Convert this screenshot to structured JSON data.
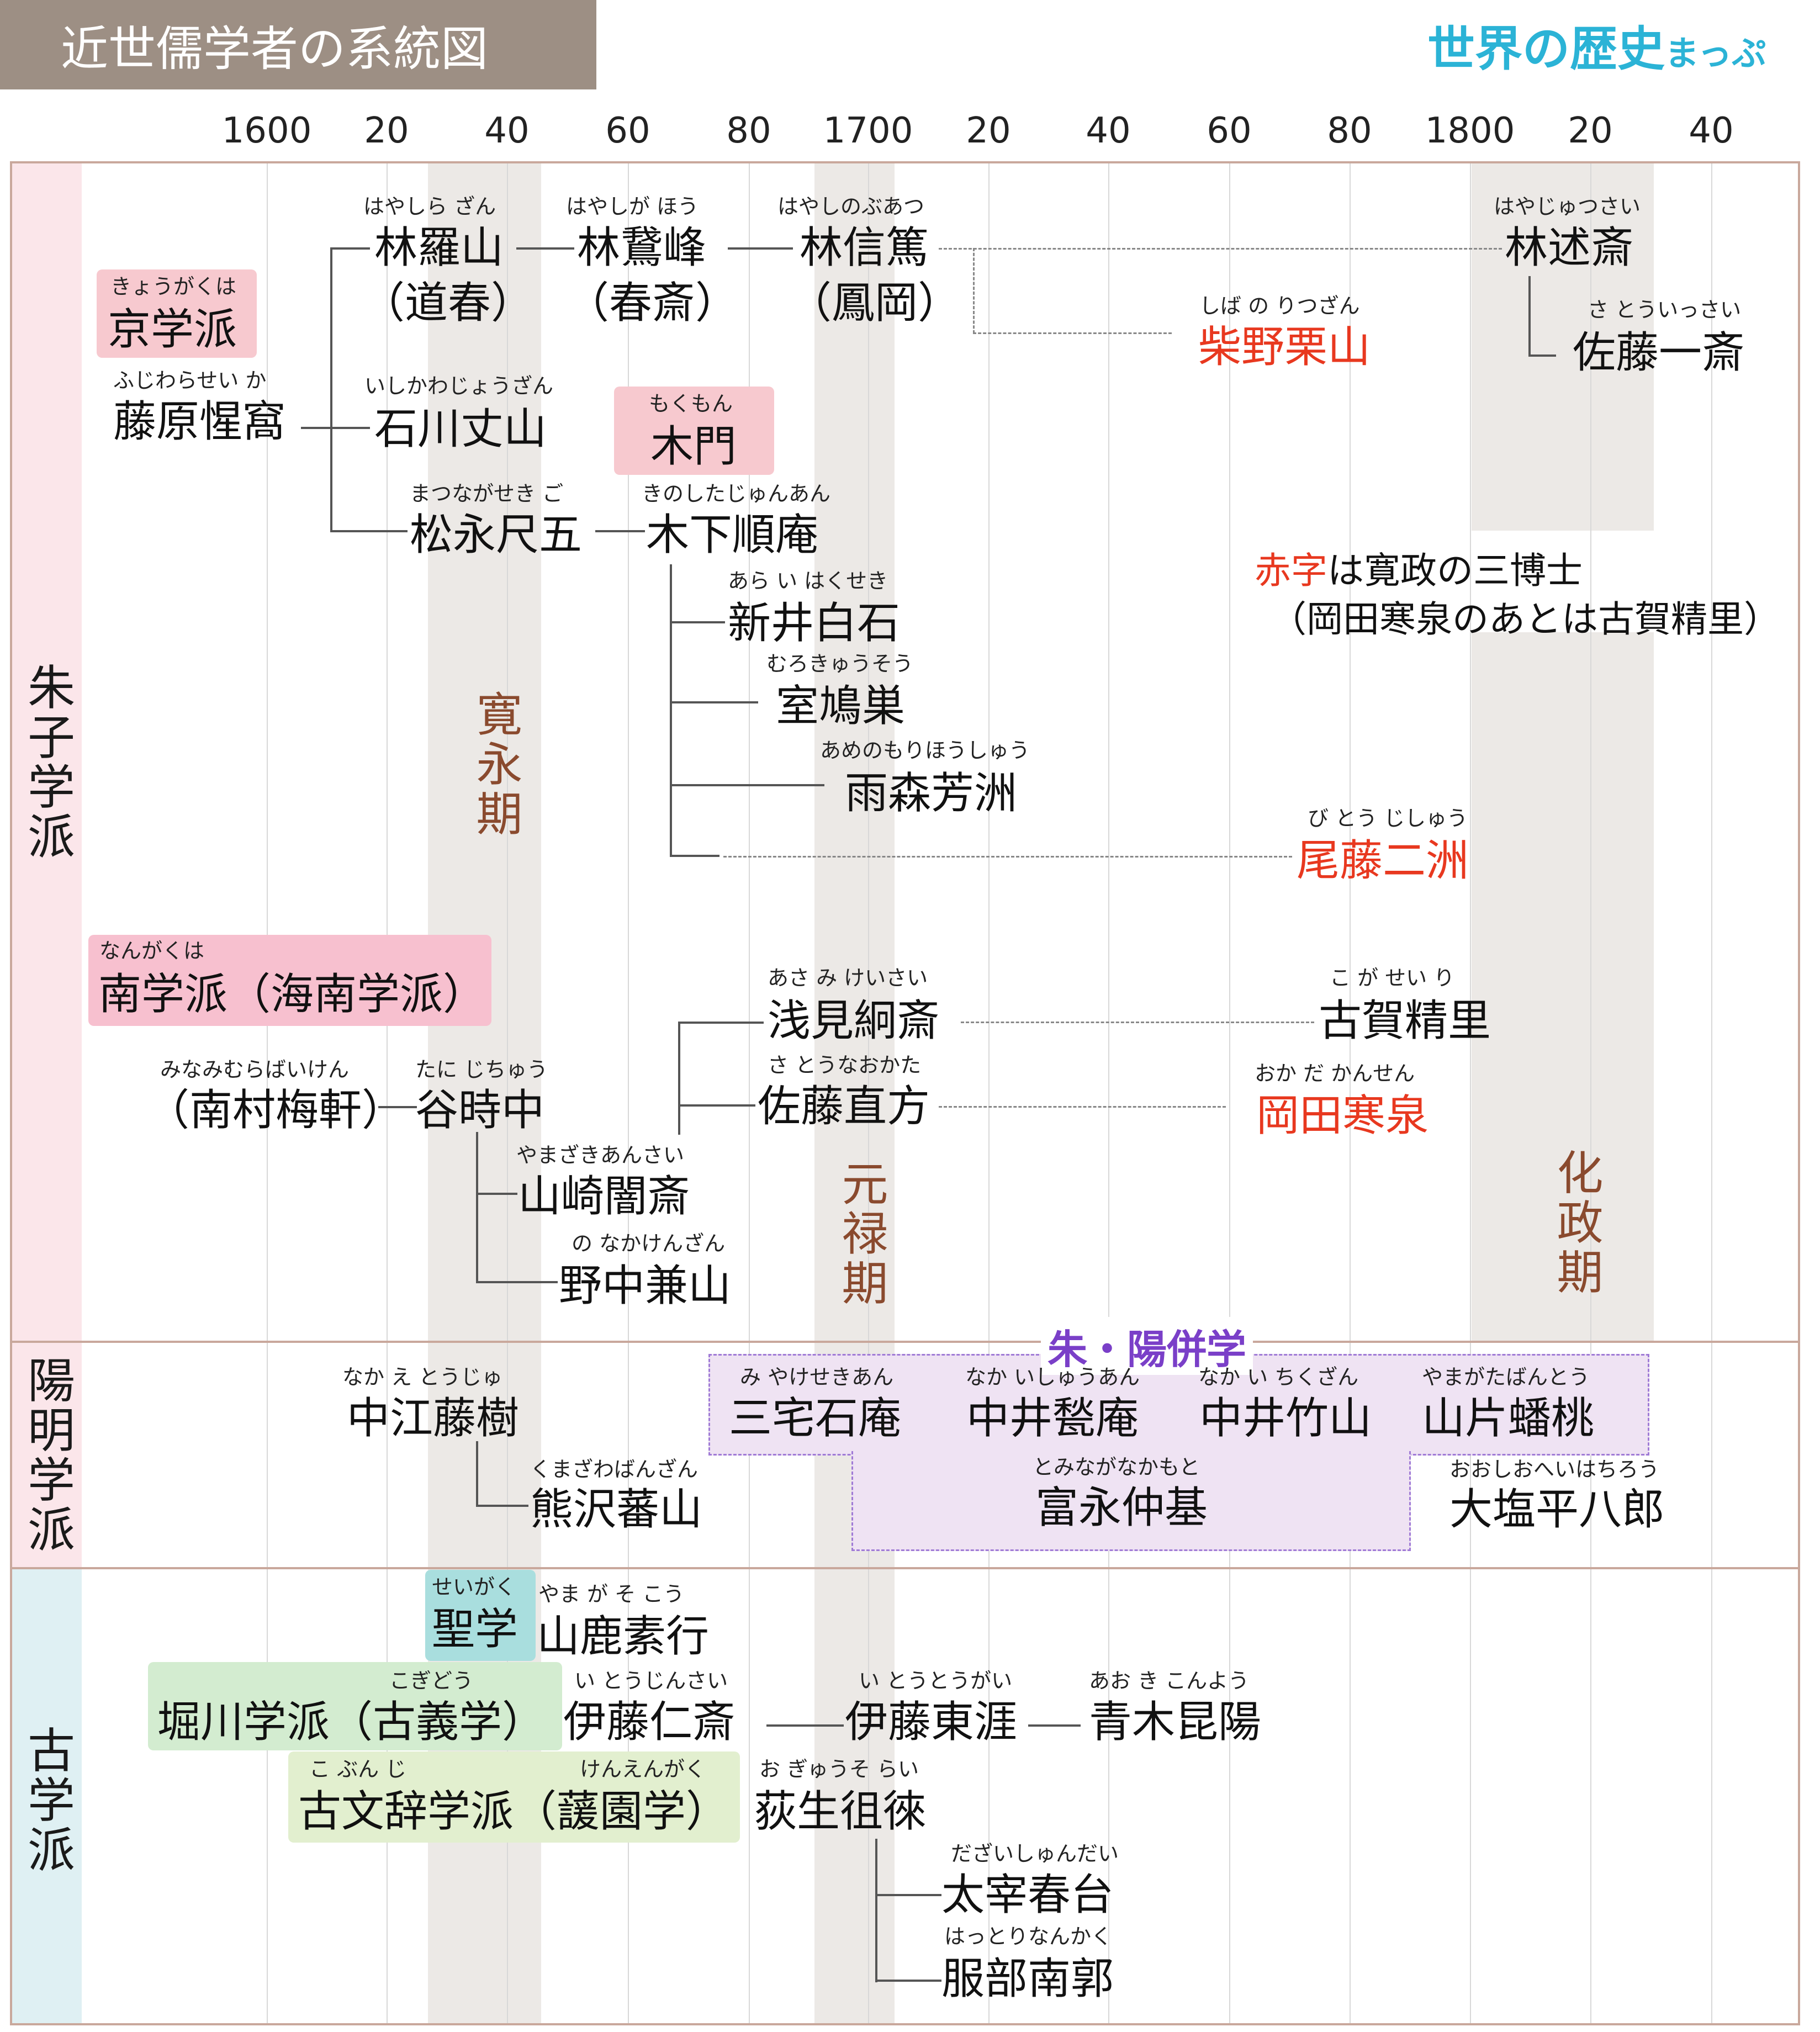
{
  "header": {
    "title": "近世儒学者の系統図",
    "logo_main": "世界の歴史",
    "logo_sub": "まっぷ"
  },
  "axis": {
    "years": [
      1600,
      1620,
      1640,
      1660,
      1680,
      1700,
      1720,
      1740,
      1760,
      1780,
      1800,
      1820,
      1840
    ],
    "tick_labels": [
      "1600",
      "20",
      "40",
      "60",
      "80",
      "1700",
      "20",
      "40",
      "60",
      "80",
      "1800",
      "20",
      "40"
    ]
  },
  "eras": [
    {
      "label": "寛永期",
      "start": 1624,
      "end": 1644
    },
    {
      "label": "元禄期",
      "start": 1688,
      "end": 1704
    },
    {
      "label": "化政期",
      "start": 1804,
      "end": 1830
    }
  ],
  "schools": {
    "shushi": "朱子学派",
    "youmei": "陽明学派",
    "kogaku": "古学派"
  },
  "groups": {
    "kyogaku": {
      "label": "京学派",
      "ruby": "きょうがくは",
      "color": "#f7c9cf"
    },
    "mokumon": {
      "label": "木門",
      "ruby": "もくもん",
      "color": "#f7c9cf"
    },
    "nangaku": {
      "label": "南学派（海南学派）",
      "ruby": "なんがくは",
      "color": "#f7c0cf"
    },
    "seigaku": {
      "label": "聖学",
      "ruby": "せいがく",
      "color": "#a9dede"
    },
    "horikawa": {
      "label": "堀川学派（古義学）",
      "ruby": "こぎどう",
      "color": "#d3ecd0"
    },
    "kobunji": {
      "label": "古文辞学派（蘐園学）",
      "ruby_a": "こ ぶん じ",
      "ruby_b": "けんえんがく",
      "color": "#e2efcf"
    },
    "shuyo": {
      "label": "朱・陽併学",
      "color": "#efe3f3"
    }
  },
  "people": {
    "hayashi_razan": {
      "name": "林羅山",
      "alias": "（道春）",
      "ruby": "はやしら ざん"
    },
    "hayashi_gaho": {
      "name": "林鵞峰",
      "alias": "（春斎）",
      "ruby": "はやしが ほう"
    },
    "hayashi_hoko": {
      "name": "林信篤",
      "alias": "（鳳岡）",
      "ruby": "はやしのぶあつ"
    },
    "hayashi_jussai": {
      "name": "林述斎",
      "ruby": "はやじゅつさい"
    },
    "shibano": {
      "name": "柴野栗山",
      "ruby": "しば の りつざん"
    },
    "sato_issai": {
      "name": "佐藤一斎",
      "ruby": "さ とういっさい"
    },
    "fujiwara": {
      "name": "藤原惺窩",
      "ruby": "ふじわらせい か"
    },
    "ishikawa": {
      "name": "石川丈山",
      "ruby": "いしかわじょうざん"
    },
    "matsunaga": {
      "name": "松永尺五",
      "ruby": "まつながせき ご"
    },
    "kinoshita": {
      "name": "木下順庵",
      "ruby": "きのしたじゅんあん"
    },
    "arai": {
      "name": "新井白石",
      "ruby": "あら い はくせき"
    },
    "muro": {
      "name": "室鳩巣",
      "ruby": "むろきゅうそう"
    },
    "amenomori": {
      "name": "雨森芳洲",
      "ruby": "あめのもりほうしゅう"
    },
    "bito": {
      "name": "尾藤二洲",
      "ruby": "び とう じしゅう"
    },
    "asami": {
      "name": "浅見絅斎",
      "ruby": "あさ み けいさい"
    },
    "sato_naokata": {
      "name": "佐藤直方",
      "ruby": "さ とうなおかた"
    },
    "koga": {
      "name": "古賀精里",
      "ruby": "こ が せい り"
    },
    "okada": {
      "name": "岡田寒泉",
      "ruby": "おか だ かんせん"
    },
    "minamimura": {
      "name": "（南村梅軒）",
      "ruby": "みなみむらばいけん"
    },
    "tani": {
      "name": "谷時中",
      "ruby": "たに じちゅう"
    },
    "yamazaki": {
      "name": "山崎闇斎",
      "ruby": "やまざきあんさい"
    },
    "nonaka": {
      "name": "野中兼山",
      "ruby": "の なかけんざん"
    },
    "nakae": {
      "name": "中江藤樹",
      "ruby": "なか え とうじゅ"
    },
    "kumazawa": {
      "name": "熊沢蕃山",
      "ruby": "くまざわばんざん"
    },
    "miyake": {
      "name": "三宅石庵",
      "ruby": "み やけせきあん"
    },
    "nakai_shuan": {
      "name": "中井甃庵",
      "ruby": "なか いしゅうあん"
    },
    "nakai_chikuzan": {
      "name": "中井竹山",
      "ruby": "なか い ちくざん"
    },
    "yamagata": {
      "name": "山片蟠桃",
      "ruby": "やまがたばんとう"
    },
    "tominaga": {
      "name": "富永仲基",
      "ruby": "とみながなかもと"
    },
    "oshio": {
      "name": "大塩平八郎",
      "ruby": "おおしおへいはちろう"
    },
    "yamaga": {
      "name": "山鹿素行",
      "ruby": "やま が そ こう"
    },
    "ito_jinsai": {
      "name": "伊藤仁斎",
      "ruby": "い とうじんさい"
    },
    "ito_togai": {
      "name": "伊藤東涯",
      "ruby": "い とうとうがい"
    },
    "aoki": {
      "name": "青木昆陽",
      "ruby": "あお き こんよう"
    },
    "ogyu": {
      "name": "荻生徂徠",
      "ruby": "お ぎゅうそ らい"
    },
    "dazai": {
      "name": "太宰春台",
      "ruby": "だざいしゅんだい"
    },
    "hattori": {
      "name": "服部南郭",
      "ruby": "はっとりなんかく"
    }
  },
  "note": {
    "red_part": "赤字",
    "rest": "は寛政の三博士",
    "line2": "（岡田寒泉のあとは古賀精里）"
  },
  "colors": {
    "red_names": "#e8381f",
    "era_text": "#8a4a2e",
    "logo": "#2bb3d6",
    "shushi_strip": "#fbe6ea",
    "youmei_strip": "#fbe6ea",
    "kogaku_strip": "#dff0f3"
  }
}
